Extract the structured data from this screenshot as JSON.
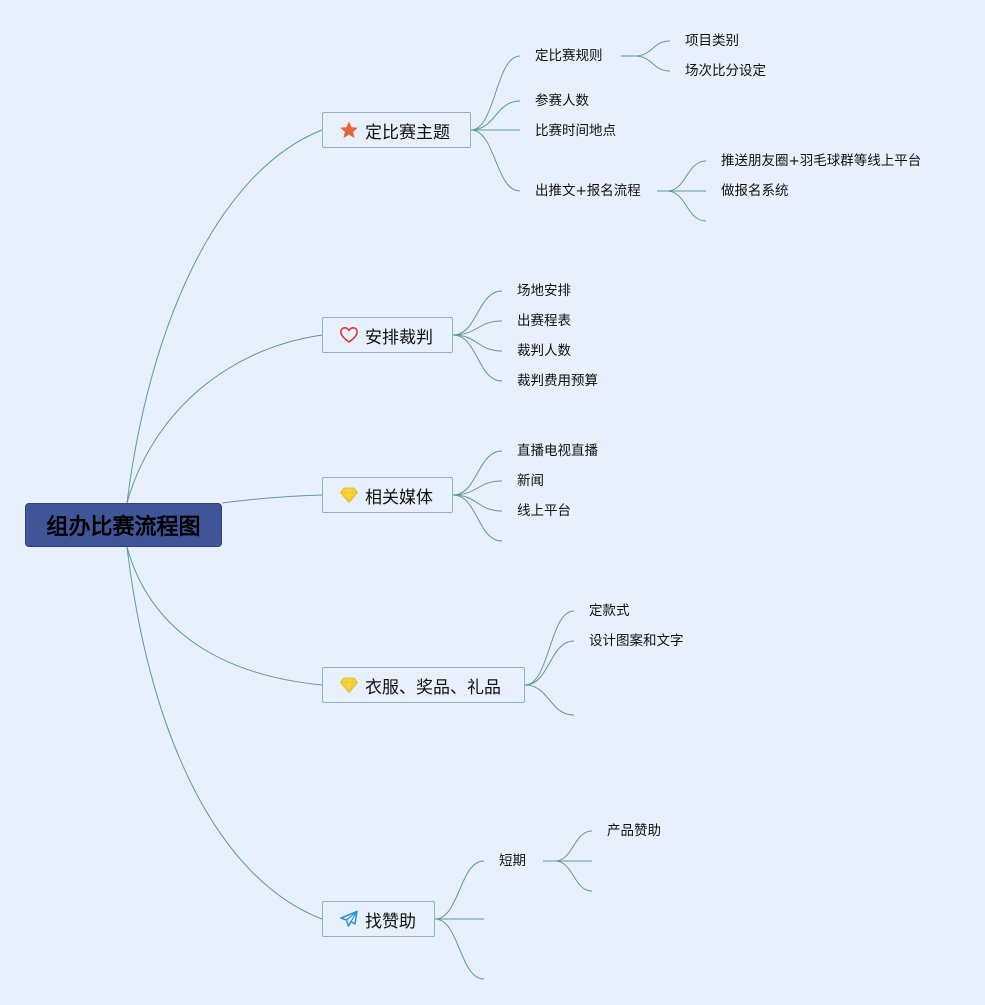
{
  "root": {
    "label": "组办比赛流程图"
  },
  "branches": [
    {
      "label": "定比赛主题",
      "icon": "star-icon",
      "icon_color": "#e8643c",
      "children": [
        {
          "label": "定比赛规则",
          "children": [
            "项目类别",
            "场次比分设定"
          ]
        },
        {
          "label": "参赛人数"
        },
        {
          "label": "比赛时间地点"
        },
        {
          "label": "出推文+报名流程",
          "children": [
            "推送朋友圈+羽毛球群等线上平台",
            "做报名系统"
          ]
        }
      ]
    },
    {
      "label": "安排裁判",
      "icon": "heart-icon",
      "icon_color": "#d9363e",
      "children": [
        {
          "label": "场地安排"
        },
        {
          "label": "出赛程表"
        },
        {
          "label": "裁判人数"
        },
        {
          "label": "裁判费用预算"
        }
      ]
    },
    {
      "label": "相关媒体",
      "icon": "diamond-icon",
      "icon_color": "#f5d63c",
      "children": [
        {
          "label": "直播电视直播"
        },
        {
          "label": "新闻"
        },
        {
          "label": "线上平台"
        }
      ]
    },
    {
      "label": "衣服、奖品、礼品",
      "icon": "diamond-icon",
      "icon_color": "#f5d63c",
      "children": [
        {
          "label": "定款式"
        },
        {
          "label": "设计图案和文字"
        }
      ]
    },
    {
      "label": "找赞助",
      "icon": "paper-plane-icon",
      "icon_color": "#2f8fd6",
      "children": [
        {
          "label": "短期",
          "children": [
            "产品赞助"
          ]
        }
      ]
    }
  ],
  "line_color": "#5f9a9a"
}
